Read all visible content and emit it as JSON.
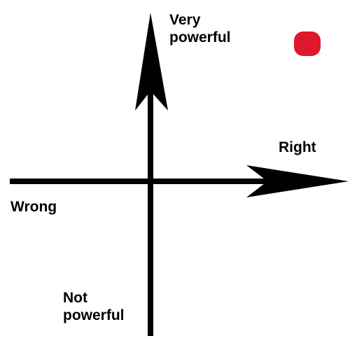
{
  "labels": {
    "top": [
      "Very",
      "powerful"
    ],
    "right": "Right",
    "left": "Wrong",
    "bottom": [
      "Not",
      "powerful"
    ]
  },
  "colors": {
    "axis": "#000000",
    "marker": "#e0182c"
  }
}
